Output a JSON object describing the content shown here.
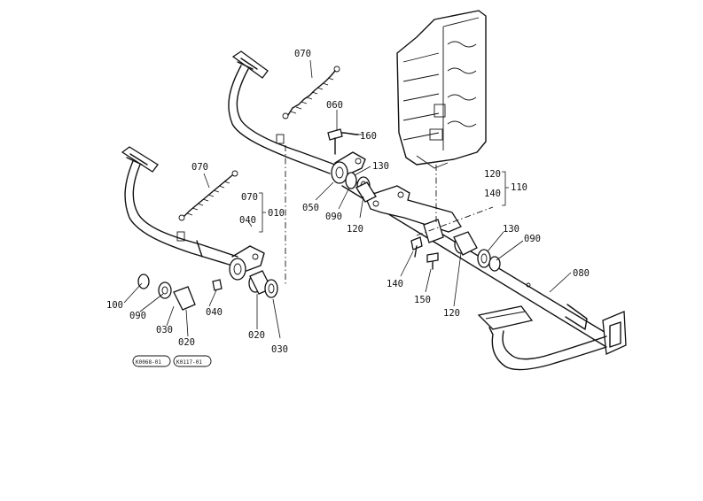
{
  "diagram": {
    "callouts": {
      "c070a": "070",
      "c060": "060",
      "c160": "160",
      "c130a": "130",
      "c050": "050",
      "c090a": "090",
      "c120a": "120",
      "c120b": "120",
      "c140a": "140",
      "c110": "110",
      "c070b": "070",
      "c070c": "070",
      "c010": "010",
      "c040a": "040",
      "c100": "100",
      "c090b": "090",
      "c030a": "030",
      "c020a": "020",
      "c040b": "040",
      "c020b": "020",
      "c030b": "030",
      "c140b": "140",
      "c150": "150",
      "c120c": "120",
      "c130b": "130",
      "c090c": "090",
      "c080": "080"
    },
    "refs": {
      "ref1": "K0068-01",
      "ref2": "K0117-01"
    }
  }
}
